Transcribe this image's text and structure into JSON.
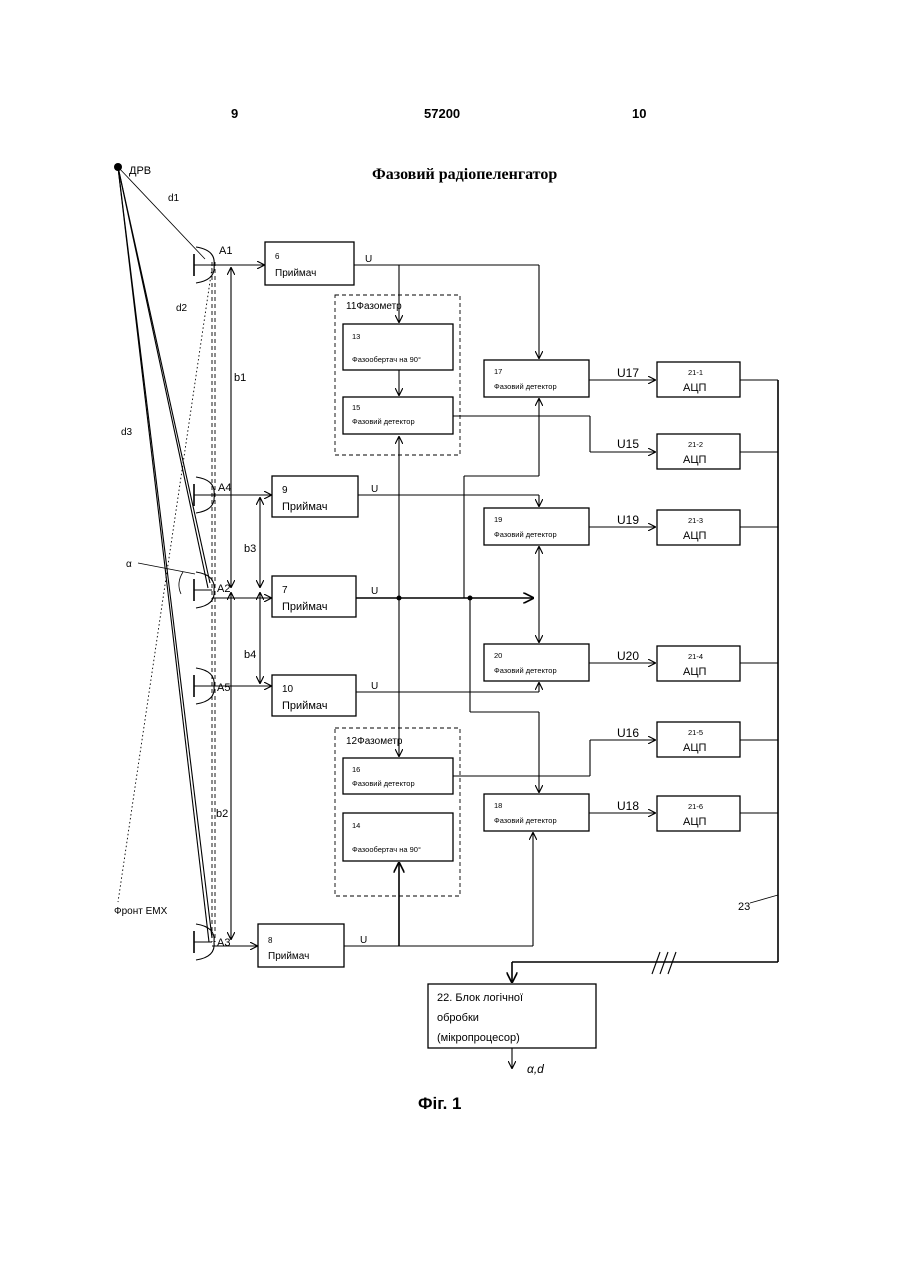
{
  "header": {
    "left": "9",
    "center": "57200",
    "right": "10"
  },
  "title": "Фазовий радіопеленгатор",
  "figure_label": "Фіг. 1",
  "source": {
    "label": "ДРВ"
  },
  "distances": {
    "d1": "d1",
    "d2": "d2",
    "d3": "d3"
  },
  "angle": "α",
  "front": "Фронт ЕМХ",
  "bases": {
    "b1": "b1",
    "b2": "b2",
    "b3": "b3",
    "b4": "b4"
  },
  "antennas": {
    "a1": "A1",
    "a2": "A2",
    "a3": "A3",
    "a4": "A4",
    "a5": "A5"
  },
  "receivers": {
    "r6": {
      "num": "6",
      "name": "Приймач"
    },
    "r7": {
      "num": "7",
      "name": "Приймач"
    },
    "r8": {
      "num": "8",
      "name": "Приймач"
    },
    "r9": {
      "num": "9",
      "name": "Приймач"
    },
    "r10": {
      "num": "10",
      "name": "Приймач"
    }
  },
  "phasemeters": {
    "p11": "11Фазометр",
    "p12": "12Фазометр"
  },
  "shifters": {
    "s13": {
      "num": "13",
      "name": "Фазообертач на 90°"
    },
    "s14": {
      "num": "14",
      "name": "Фазообертач на 90°"
    }
  },
  "detectors": {
    "d15": {
      "num": "15",
      "name": "Фазовий детектор"
    },
    "d16": {
      "num": "16",
      "name": "Фазовий детектор"
    },
    "d17": {
      "num": "17",
      "name": "Фазовий детектор"
    },
    "d18": {
      "num": "18",
      "name": "Фазовий детектор"
    },
    "d19": {
      "num": "19",
      "name": "Фазовий детектор"
    },
    "d20": {
      "num": "20",
      "name": "Фазовий детектор"
    }
  },
  "signal_u": "U",
  "signals": {
    "u17": "U17",
    "u15": "U15",
    "u19": "U19",
    "u20": "U20",
    "u16": "U16",
    "u18": "U18"
  },
  "adcs": {
    "a1": {
      "num": "21-1",
      "name": "АЦП"
    },
    "a2": {
      "num": "21-2",
      "name": "АЦП"
    },
    "a3": {
      "num": "21-3",
      "name": "АЦП"
    },
    "a4": {
      "num": "21-4",
      "name": "АЦП"
    },
    "a5": {
      "num": "21-5",
      "name": "АЦП"
    },
    "a6": {
      "num": "21-6",
      "name": "АЦП"
    }
  },
  "bus_label": "23",
  "logic_block": {
    "line1": "22. Блок логічної",
    "line2": "обробки",
    "line3": "(мікропроцесор)"
  },
  "output": "α,d"
}
